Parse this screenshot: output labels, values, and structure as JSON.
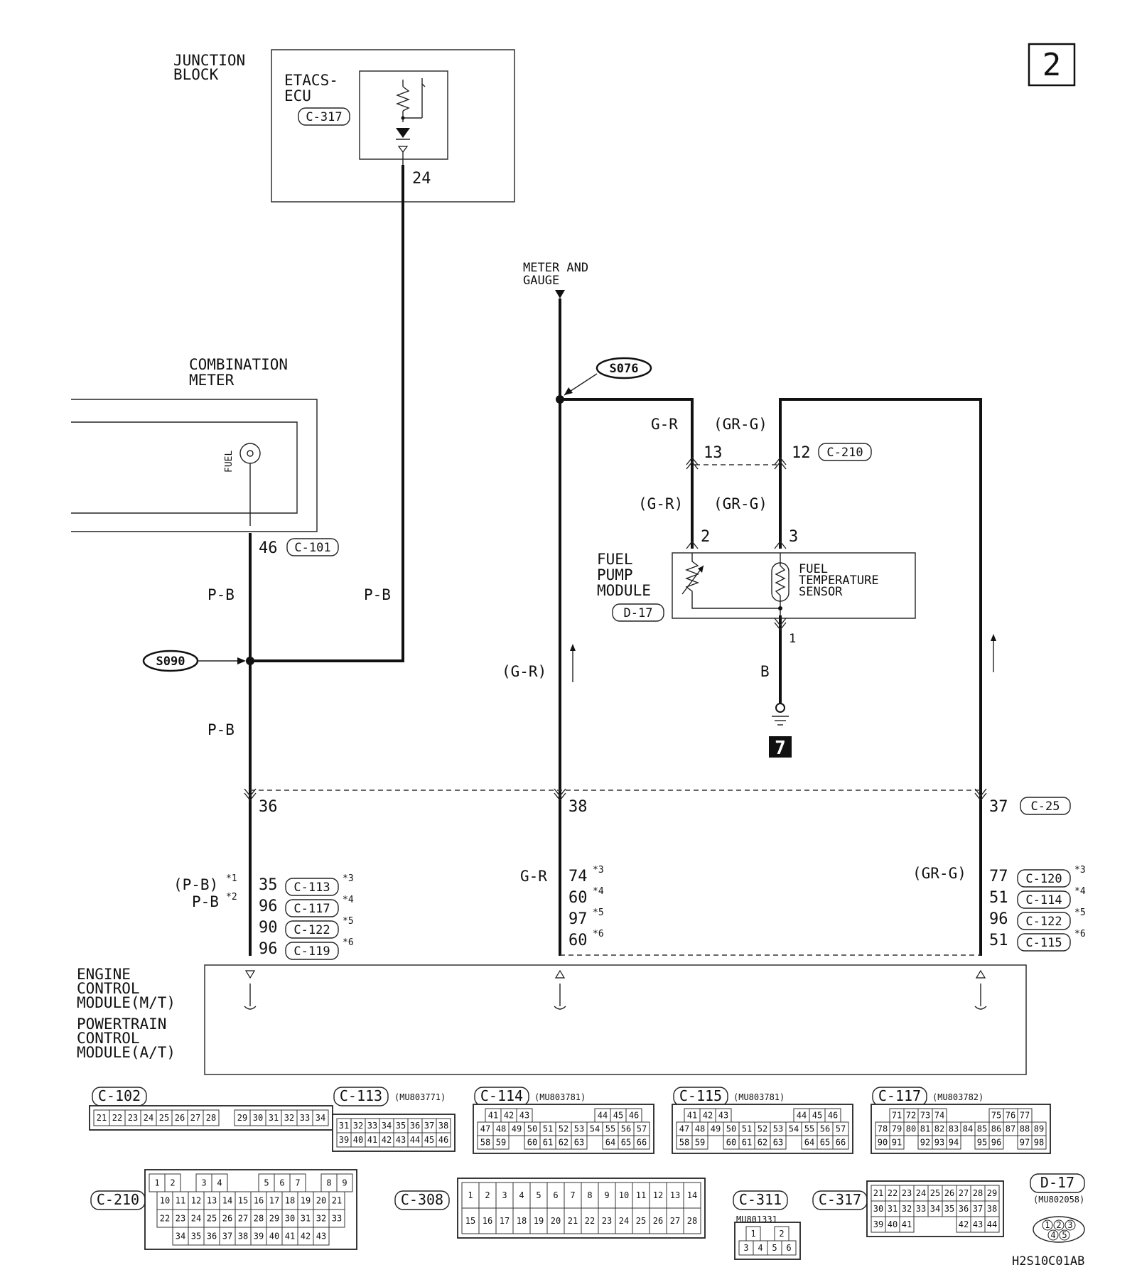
{
  "page_badge": "2",
  "drawing_code": "H2S10C01AB",
  "junction_block": {
    "title_line1": "JUNCTION",
    "title_line2": "BLOCK",
    "ecu_line1": "ETACS-",
    "ecu_line2": "ECU",
    "connector": "C-317",
    "pin": "24"
  },
  "meter_gauge": {
    "line1": "METER AND",
    "line2": "GAUGE"
  },
  "combination_meter": {
    "line1": "COMBINATION",
    "line2": "METER",
    "gauge_label": "FUEL",
    "pin": "46",
    "connector": "C-101"
  },
  "splices": {
    "s076": "S076",
    "s090": "S090"
  },
  "wire_colors": {
    "pb_left": "P-B",
    "pb_right": "P-B",
    "pb_lower": "P-B",
    "gr_top": "G-R",
    "grg_top": "(GR-G)",
    "gr_mid": "(G-R)",
    "grg_mid": "(GR-G)",
    "gr_long": "(G-R)",
    "b_ground": "B",
    "gr_ecm": "G-R",
    "grg_ecm": "(GR-G)"
  },
  "c210": {
    "pin_13": "13",
    "pin_12": "12",
    "connector": "C-210"
  },
  "fuel_pump_module": {
    "line1": "FUEL",
    "line2": "PUMP",
    "line3": "MODULE",
    "connector": "D-17",
    "pin_2": "2",
    "pin_3": "3",
    "pin_1": "1",
    "sensor_line1": "FUEL",
    "sensor_line2": "TEMPERATURE",
    "sensor_line3": "SENSOR"
  },
  "ground_badge": "7",
  "c25": {
    "pin_36": "36",
    "pin_38": "38",
    "pin_37": "37",
    "connector": "C-25"
  },
  "ecm_pins": {
    "left_wire_1": "(P-B)",
    "left_note_1": "*1",
    "left_wire_2": "P-B",
    "left_note_2": "*2",
    "left": [
      {
        "pin": "35",
        "conn": "C-113",
        "note": "*3"
      },
      {
        "pin": "96",
        "conn": "C-117",
        "note": "*4"
      },
      {
        "pin": "90",
        "conn": "C-122",
        "note": "*5"
      },
      {
        "pin": "96",
        "conn": "C-119",
        "note": "*6"
      }
    ],
    "middle": [
      {
        "pin": "74",
        "note": "*3"
      },
      {
        "pin": "60",
        "note": "*4"
      },
      {
        "pin": "97",
        "note": "*5"
      },
      {
        "pin": "60",
        "note": "*6"
      }
    ],
    "right": [
      {
        "pin": "77",
        "conn": "C-120",
        "note": "*3"
      },
      {
        "pin": "51",
        "conn": "C-114",
        "note": "*4"
      },
      {
        "pin": "96",
        "conn": "C-122",
        "note": "*5"
      },
      {
        "pin": "51",
        "conn": "C-115",
        "note": "*6"
      }
    ]
  },
  "ecm": {
    "line1": "ENGINE",
    "line2": "CONTROL",
    "line3": "MODULE(M/T)",
    "line4": "POWERTRAIN",
    "line5": "CONTROL",
    "line6": "MODULE(A/T)"
  },
  "connectors": {
    "c102": {
      "label": "C-102",
      "rows": [
        [
          "21",
          "22",
          "23",
          "24",
          "25",
          "26",
          "27",
          "28",
          "",
          "29",
          "30",
          "31",
          "32",
          "33",
          "34"
        ]
      ]
    },
    "c113": {
      "label": "C-113",
      "part": "(MU803771)",
      "rows": [
        [
          "31",
          "32",
          "33",
          "34",
          "35",
          "36",
          "37",
          "38"
        ],
        [
          "39",
          "40",
          "41",
          "42",
          "43",
          "44",
          "45",
          "46"
        ]
      ]
    },
    "c114": {
      "label": "C-114",
      "part": "(MU803781)",
      "rows": [
        [
          "41",
          "42",
          "43",
          "",
          "",
          "",
          "",
          "44",
          "45",
          "46"
        ],
        [
          "47",
          "48",
          "49",
          "50",
          "51",
          "52",
          "53",
          "54",
          "55",
          "56",
          "57"
        ],
        [
          "58",
          "59",
          "",
          "60",
          "61",
          "62",
          "63",
          "",
          "64",
          "65",
          "66"
        ]
      ]
    },
    "c115": {
      "label": "C-115",
      "part": "(MU803781)",
      "rows": [
        [
          "41",
          "42",
          "43",
          "",
          "",
          "",
          "",
          "44",
          "45",
          "46"
        ],
        [
          "47",
          "48",
          "49",
          "50",
          "51",
          "52",
          "53",
          "54",
          "55",
          "56",
          "57"
        ],
        [
          "58",
          "59",
          "",
          "60",
          "61",
          "62",
          "63",
          "",
          "64",
          "65",
          "66"
        ]
      ]
    },
    "c117": {
      "label": "C-117",
      "part": "(MU803782)",
      "rows": [
        [
          "71",
          "72",
          "73",
          "74",
          "",
          "",
          "",
          "75",
          "76",
          "77"
        ],
        [
          "78",
          "79",
          "80",
          "81",
          "82",
          "83",
          "84",
          "85",
          "86",
          "87",
          "88",
          "89"
        ],
        [
          "90",
          "91",
          "",
          "92",
          "93",
          "94",
          "",
          "95",
          "96",
          "",
          "97",
          "98"
        ]
      ]
    },
    "c210": {
      "label": "C-210",
      "rows": [
        [
          "1",
          "2",
          "",
          "3",
          "4",
          "",
          "",
          "5",
          "6",
          "7",
          "",
          "8",
          "9"
        ],
        [
          "10",
          "11",
          "12",
          "13",
          "14",
          "15",
          "16",
          "17",
          "18",
          "19",
          "20",
          "21"
        ],
        [
          "22",
          "23",
          "24",
          "25",
          "26",
          "27",
          "28",
          "29",
          "30",
          "31",
          "32",
          "33"
        ],
        [
          "34",
          "35",
          "36",
          "37",
          "38",
          "39",
          "40",
          "41",
          "42",
          "43"
        ]
      ]
    },
    "c308": {
      "label": "C-308",
      "rows": [
        [
          "1",
          "2",
          "3",
          "4",
          "5",
          "6",
          "7",
          "8",
          "9",
          "10",
          "11",
          "12",
          "13",
          "14"
        ],
        [
          "15",
          "16",
          "17",
          "18",
          "19",
          "20",
          "21",
          "22",
          "23",
          "24",
          "25",
          "26",
          "27",
          "28"
        ]
      ]
    },
    "c311": {
      "label": "C-311",
      "part": "MU801331",
      "rows": [
        [
          "1",
          "",
          "2"
        ],
        [
          "3",
          "4",
          "5",
          "6"
        ]
      ]
    },
    "c317": {
      "label": "C-317",
      "rows": [
        [
          "21",
          "22",
          "23",
          "24",
          "25",
          "26",
          "27",
          "28",
          "29"
        ],
        [
          "30",
          "31",
          "32",
          "33",
          "34",
          "35",
          "36",
          "37",
          "38"
        ],
        [
          "39",
          "40",
          "41",
          "",
          "",
          "",
          "42",
          "43",
          "44"
        ]
      ]
    },
    "d17": {
      "label": "D-17",
      "part": "(MU802058)",
      "rows": [
        [
          "1",
          "2",
          "3"
        ],
        [
          "4",
          "5"
        ]
      ]
    }
  }
}
